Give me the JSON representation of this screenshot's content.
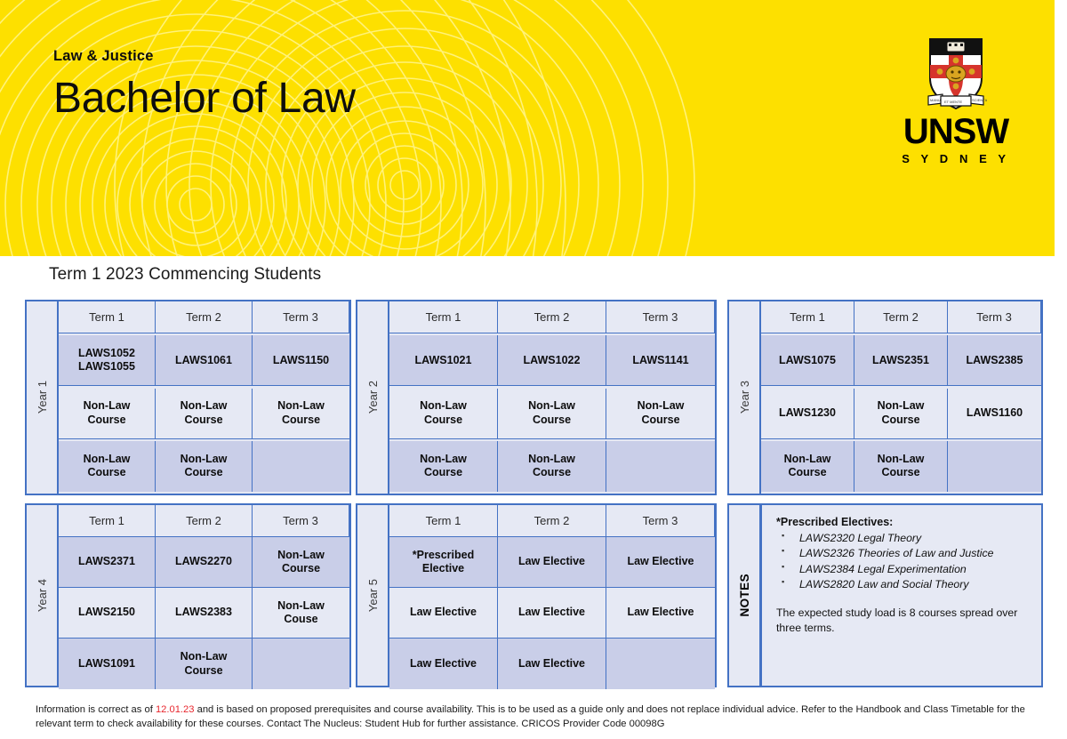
{
  "banner": {
    "faculty": "Law & Justice",
    "degree_title": "Bachelor of Law",
    "background_color": "#FDE000",
    "logo": {
      "crest_icon": "unsw-crest-icon",
      "wordmark": "UNSW",
      "sub_wordmark": "S Y D N E Y"
    }
  },
  "section_title": "Term 1 2023 Commencing Students",
  "table_colors": {
    "border": "#4472C4",
    "row_shade_dark": "#C9CEE8",
    "row_shade_light": "#E6E9F4",
    "header_fill": "#E6E9F4"
  },
  "column_headers": [
    "Term 1",
    "Term 2",
    "Term 3"
  ],
  "years": [
    {
      "label": "Year 1",
      "rows": [
        [
          "LAWS1052\nLAWS1055",
          "LAWS1061",
          "LAWS1150"
        ],
        [
          "Non-Law\nCourse",
          "Non-Law\nCourse",
          "Non-Law\nCourse"
        ],
        [
          "Non-Law\nCourse",
          "Non-Law\nCourse",
          ""
        ]
      ]
    },
    {
      "label": "Year 2",
      "rows": [
        [
          "LAWS1021",
          "LAWS1022",
          "LAWS1141"
        ],
        [
          "Non-Law\nCourse",
          "Non-Law\nCourse",
          "Non-Law\nCourse"
        ],
        [
          "Non-Law\nCourse",
          "Non-Law\nCourse",
          ""
        ]
      ]
    },
    {
      "label": "Year 3",
      "rows": [
        [
          "LAWS1075",
          "LAWS2351",
          "LAWS2385"
        ],
        [
          "LAWS1230",
          "Non-Law\nCourse",
          "LAWS1160"
        ],
        [
          "Non-Law\nCourse",
          "Non-Law\nCourse",
          ""
        ]
      ]
    },
    {
      "label": "Year 4",
      "rows": [
        [
          "LAWS2371",
          "LAWS2270",
          "Non-Law\nCourse"
        ],
        [
          "LAWS2150",
          "LAWS2383",
          "Non-Law\nCouse"
        ],
        [
          "LAWS1091",
          "Non-Law\nCourse",
          ""
        ]
      ]
    },
    {
      "label": "Year 5",
      "rows": [
        [
          "*Prescribed\nElective",
          "Law Elective",
          "Law Elective"
        ],
        [
          "Law Elective",
          "Law Elective",
          "Law Elective"
        ],
        [
          "Law Elective",
          "Law Elective",
          ""
        ]
      ]
    }
  ],
  "notes": {
    "label": "NOTES",
    "heading": "*Prescribed Electives:",
    "items": [
      "LAWS2320 Legal Theory",
      "LAWS2326 Theories of Law and Justice",
      "LAWS2384 Legal Experimentation",
      "LAWS2820 Law and Social Theory"
    ],
    "paragraph": "The expected study load is 8 courses spread over three terms."
  },
  "footer": {
    "text_before_date": "Information is correct as of ",
    "date": "12.01.23",
    "text_after_date": " and is based on proposed prerequisites and course availability. This is to be used as a guide only and does not replace individual advice. Refer to the Handbook and Class Timetable for the relevant term to check availability for these courses. Contact The Nucleus: Student Hub for further assistance. CRICOS Provider Code 00098G",
    "date_color": "#E8262D"
  }
}
